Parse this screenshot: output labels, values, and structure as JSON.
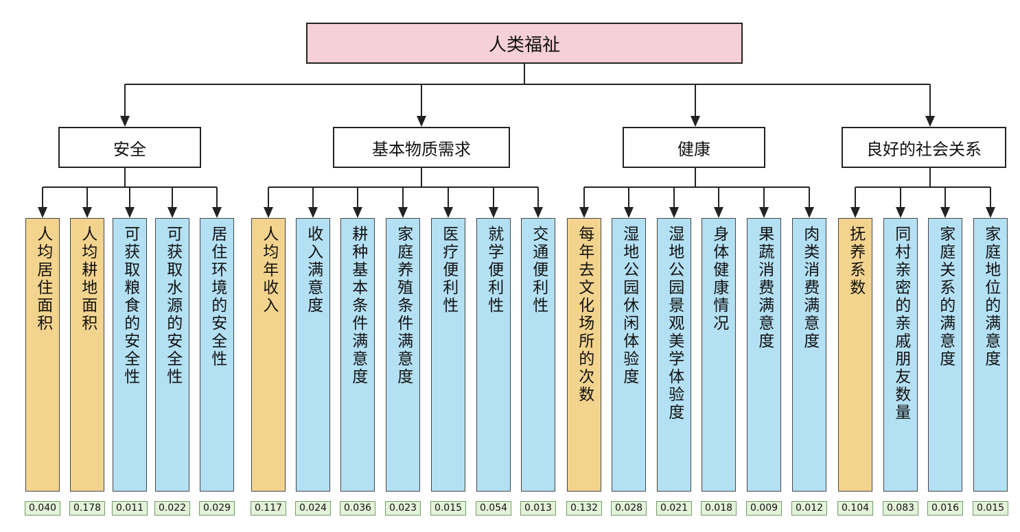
{
  "root": {
    "label": "人类福祉"
  },
  "categories": [
    {
      "label": "安全",
      "indicators": [
        {
          "label": "人均居住面积",
          "weight": "0.040",
          "color": "orange"
        },
        {
          "label": "人均耕地面积",
          "weight": "0.178",
          "color": "orange"
        },
        {
          "label": "可获取粮食的安全性",
          "weight": "0.011",
          "color": "blue"
        },
        {
          "label": "可获取水源的安全性",
          "weight": "0.022",
          "color": "blue"
        },
        {
          "label": "居住环境的安全性",
          "weight": "0.029",
          "color": "blue"
        }
      ]
    },
    {
      "label": "基本物质需求",
      "indicators": [
        {
          "label": "人均年收入",
          "weight": "0.117",
          "color": "orange"
        },
        {
          "label": "收入满意度",
          "weight": "0.024",
          "color": "blue"
        },
        {
          "label": "耕种基本条件满意度",
          "weight": "0.036",
          "color": "blue"
        },
        {
          "label": "家庭养殖条件满意度",
          "weight": "0.023",
          "color": "blue"
        },
        {
          "label": "医疗便利性",
          "weight": "0.015",
          "color": "blue"
        },
        {
          "label": "就学便利性",
          "weight": "0.054",
          "color": "blue"
        },
        {
          "label": "交通便利性",
          "weight": "0.013",
          "color": "blue"
        }
      ]
    },
    {
      "label": "健康",
      "indicators": [
        {
          "label": "每年去文化场所的次数",
          "weight": "0.132",
          "color": "orange"
        },
        {
          "label": "湿地公园休闲体验度",
          "weight": "0.028",
          "color": "blue"
        },
        {
          "label": "湿地公园景观美学体验度",
          "weight": "0.021",
          "color": "blue"
        },
        {
          "label": "身体健康情况",
          "weight": "0.018",
          "color": "blue"
        },
        {
          "label": "果蔬消费满意度",
          "weight": "0.009",
          "color": "blue"
        },
        {
          "label": "肉类消费满意度",
          "weight": "0.012",
          "color": "blue"
        }
      ]
    },
    {
      "label": "良好的社会关系",
      "indicators": [
        {
          "label": "抚养系数",
          "weight": "0.104",
          "color": "orange"
        },
        {
          "label": "同村亲密的亲戚朋友数量",
          "weight": "0.083",
          "color": "blue"
        },
        {
          "label": "家庭关系的满意度",
          "weight": "0.016",
          "color": "blue"
        },
        {
          "label": "家庭地位的满意度",
          "weight": "0.015",
          "color": "blue"
        }
      ]
    }
  ],
  "colors": {
    "root": "#f6d0d8",
    "orange": "#f3d48f",
    "blue": "#b4e0f3",
    "weight_bg": "#e4f2da",
    "line": "#222222"
  }
}
